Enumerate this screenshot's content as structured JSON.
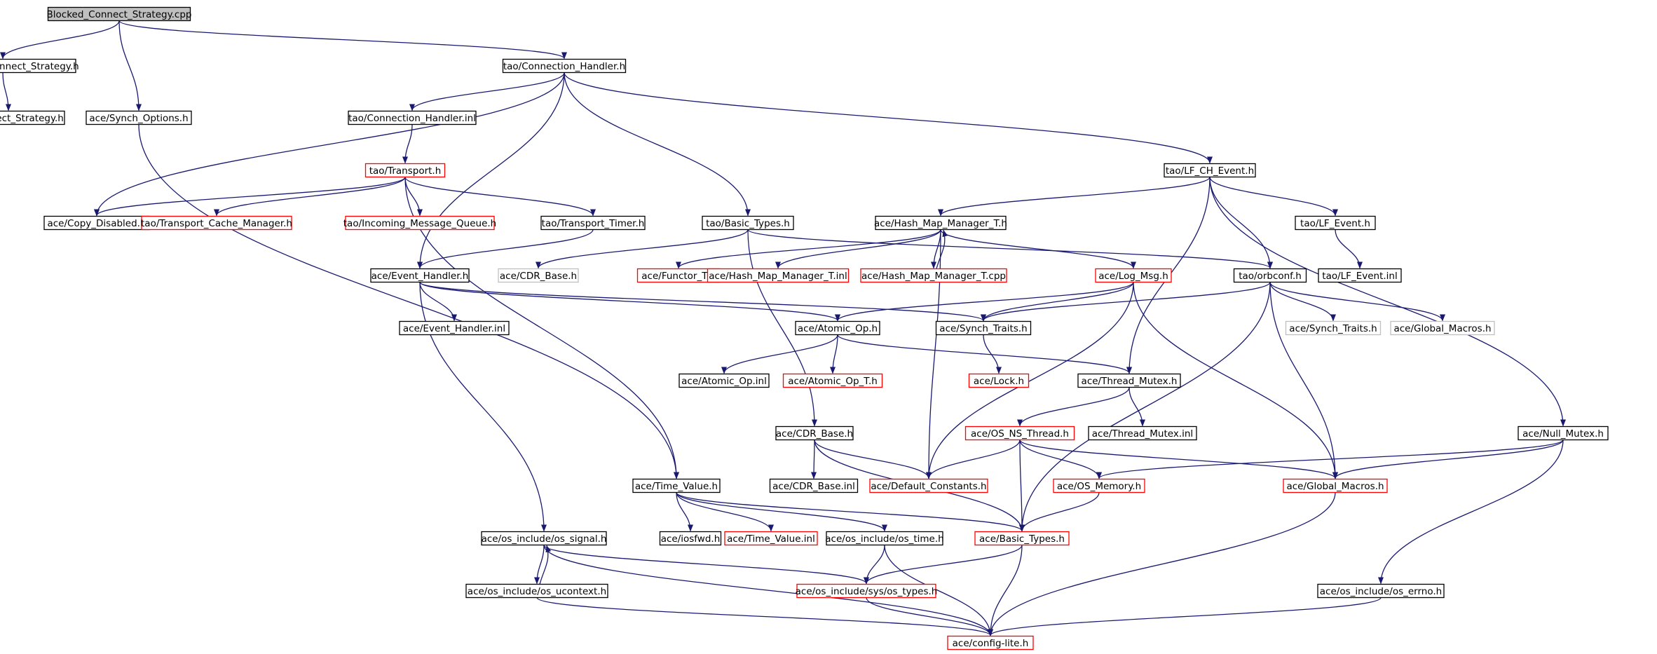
{
  "colors": {
    "edge": "#191970",
    "root_fill": "#bfbfbf",
    "normal_border": "#000000",
    "truncated_border": "#ff0000",
    "external_border": "#bfbfbf",
    "external_text": "#7f7f7f"
  },
  "nodes": [
    {
      "id": "blocked_cpp",
      "label": "Blocked_Connect_Strategy.cpp",
      "style": "root"
    },
    {
      "id": "tao_blocked_h",
      "label": "tao/Blocked_Connect_Strategy.h",
      "style": "normal"
    },
    {
      "id": "tao_connect_strategy_h",
      "label": "tao/Connect_Strategy.h",
      "style": "normal"
    },
    {
      "id": "ace_synch_options_h",
      "label": "ace/Synch_Options.h",
      "style": "normal"
    },
    {
      "id": "tao_connection_handler_h",
      "label": "tao/Connection_Handler.h",
      "style": "normal"
    },
    {
      "id": "tao_connection_handler_inl",
      "label": "tao/Connection_Handler.inl",
      "style": "normal"
    },
    {
      "id": "tao_transport_h",
      "label": "tao/Transport.h",
      "style": "truncated"
    },
    {
      "id": "ace_copy_disabled_h",
      "label": "ace/Copy_Disabled.h",
      "style": "normal"
    },
    {
      "id": "tao_transport_cache_manager_h",
      "label": "tao/Transport_Cache_Manager.h",
      "style": "truncated"
    },
    {
      "id": "tao_incoming_message_queue_h",
      "label": "tao/Incoming_Message_Queue.h",
      "style": "truncated"
    },
    {
      "id": "tao_transport_timer_h",
      "label": "tao/Transport_Timer.h",
      "style": "normal"
    },
    {
      "id": "tao_basic_types_h",
      "label": "tao/Basic_Types.h",
      "style": "normal"
    },
    {
      "id": "ace_hash_map_manager_t_h",
      "label": "ace/Hash_Map_Manager_T.h",
      "style": "normal"
    },
    {
      "id": "tao_lf_ch_event_h",
      "label": "tao/LF_CH_Event.h",
      "style": "normal"
    },
    {
      "id": "tao_lf_event_h",
      "label": "tao/LF_Event.h",
      "style": "normal"
    },
    {
      "id": "tao_lf_event_inl",
      "label": "tao/LF_Event.inl",
      "style": "normal"
    },
    {
      "id": "ace_event_handler_h",
      "label": "ace/Event_Handler.h",
      "style": "normal"
    },
    {
      "id": "ace_cdr_base_h_ext",
      "label": "ace/CDR_Base.h",
      "style": "external"
    },
    {
      "id": "ace_functor_t_h",
      "label": "ace/Functor_T.h",
      "style": "truncated"
    },
    {
      "id": "ace_hash_map_manager_t_inl",
      "label": "ace/Hash_Map_Manager_T.inl",
      "style": "truncated"
    },
    {
      "id": "ace_hash_map_manager_t_cpp",
      "label": "ace/Hash_Map_Manager_T.cpp",
      "style": "truncated"
    },
    {
      "id": "ace_log_msg_h",
      "label": "ace/Log_Msg.h",
      "style": "truncated"
    },
    {
      "id": "tao_orbconf_h",
      "label": "tao/orbconf.h",
      "style": "normal"
    },
    {
      "id": "ace_event_handler_inl",
      "label": "ace/Event_Handler.inl",
      "style": "normal"
    },
    {
      "id": "ace_atomic_op_h",
      "label": "ace/Atomic_Op.h",
      "style": "normal"
    },
    {
      "id": "ace_synch_traits_h",
      "label": "ace/Synch_Traits.h",
      "style": "normal"
    },
    {
      "id": "ace_synch_traits_h_ext",
      "label": "ace/Synch_Traits.h",
      "style": "external"
    },
    {
      "id": "ace_global_macros_h_ext",
      "label": "ace/Global_Macros.h",
      "style": "external"
    },
    {
      "id": "ace_atomic_op_inl",
      "label": "ace/Atomic_Op.inl",
      "style": "normal"
    },
    {
      "id": "ace_atomic_op_t_h",
      "label": "ace/Atomic_Op_T.h",
      "style": "truncated"
    },
    {
      "id": "ace_lock_h",
      "label": "ace/Lock.h",
      "style": "truncated"
    },
    {
      "id": "ace_thread_mutex_h",
      "label": "ace/Thread_Mutex.h",
      "style": "normal"
    },
    {
      "id": "ace_cdr_base_h",
      "label": "ace/CDR_Base.h",
      "style": "normal"
    },
    {
      "id": "ace_os_ns_thread_h",
      "label": "ace/OS_NS_Thread.h",
      "style": "truncated"
    },
    {
      "id": "ace_thread_mutex_inl",
      "label": "ace/Thread_Mutex.inl",
      "style": "normal"
    },
    {
      "id": "ace_null_mutex_h",
      "label": "ace/Null_Mutex.h",
      "style": "normal"
    },
    {
      "id": "ace_time_value_h",
      "label": "ace/Time_Value.h",
      "style": "normal"
    },
    {
      "id": "ace_cdr_base_inl",
      "label": "ace/CDR_Base.inl",
      "style": "normal"
    },
    {
      "id": "ace_default_constants_h",
      "label": "ace/Default_Constants.h",
      "style": "truncated"
    },
    {
      "id": "ace_os_memory_h",
      "label": "ace/OS_Memory.h",
      "style": "truncated"
    },
    {
      "id": "ace_global_macros_h",
      "label": "ace/Global_Macros.h",
      "style": "truncated"
    },
    {
      "id": "ace_os_include_os_signal_h",
      "label": "ace/os_include/os_signal.h",
      "style": "normal"
    },
    {
      "id": "ace_iosfwd_h",
      "label": "ace/iosfwd.h",
      "style": "normal"
    },
    {
      "id": "ace_time_value_inl",
      "label": "ace/Time_Value.inl",
      "style": "truncated"
    },
    {
      "id": "ace_os_include_os_time_h",
      "label": "ace/os_include/os_time.h",
      "style": "normal"
    },
    {
      "id": "ace_basic_types_h",
      "label": "ace/Basic_Types.h",
      "style": "truncated"
    },
    {
      "id": "ace_os_include_os_ucontext_h",
      "label": "ace/os_include/os_ucontext.h",
      "style": "normal"
    },
    {
      "id": "ace_os_include_sys_os_types_h",
      "label": "ace/os_include/sys/os_types.h",
      "style": "truncated"
    },
    {
      "id": "ace_os_include_os_errno_h",
      "label": "ace/os_include/os_errno.h",
      "style": "normal"
    },
    {
      "id": "ace_config_lite_h",
      "label": "ace/config-lite.h",
      "style": "truncated"
    }
  ],
  "edges": [
    [
      "blocked_cpp",
      "tao_blocked_h"
    ],
    [
      "blocked_cpp",
      "ace_synch_options_h"
    ],
    [
      "blocked_cpp",
      "tao_connection_handler_h"
    ],
    [
      "tao_blocked_h",
      "tao_connect_strategy_h"
    ],
    [
      "ace_synch_options_h",
      "ace_time_value_h"
    ],
    [
      "tao_connection_handler_h",
      "ace_copy_disabled_h"
    ],
    [
      "tao_connection_handler_h",
      "tao_connection_handler_inl"
    ],
    [
      "tao_connection_handler_h",
      "ace_event_handler_h"
    ],
    [
      "tao_connection_handler_h",
      "tao_basic_types_h"
    ],
    [
      "tao_connection_handler_h",
      "tao_lf_ch_event_h"
    ],
    [
      "tao_connection_handler_inl",
      "tao_transport_h"
    ],
    [
      "tao_transport_h",
      "ace_copy_disabled_h"
    ],
    [
      "tao_transport_h",
      "tao_transport_cache_manager_h"
    ],
    [
      "tao_transport_h",
      "tao_incoming_message_queue_h"
    ],
    [
      "tao_transport_h",
      "tao_transport_timer_h"
    ],
    [
      "tao_transport_h",
      "ace_time_value_h"
    ],
    [
      "tao_transport_timer_h",
      "ace_event_handler_h"
    ],
    [
      "tao_basic_types_h",
      "ace_cdr_base_h_ext"
    ],
    [
      "tao_basic_types_h",
      "ace_cdr_base_h"
    ],
    [
      "tao_basic_types_h",
      "tao_orbconf_h"
    ],
    [
      "tao_lf_ch_event_h",
      "ace_hash_map_manager_t_h"
    ],
    [
      "tao_lf_ch_event_h",
      "tao_lf_event_h"
    ],
    [
      "tao_lf_ch_event_h",
      "tao_orbconf_h"
    ],
    [
      "tao_lf_ch_event_h",
      "ace_thread_mutex_h"
    ],
    [
      "tao_lf_ch_event_h",
      "ace_null_mutex_h"
    ],
    [
      "tao_lf_event_h",
      "tao_lf_event_inl"
    ],
    [
      "ace_hash_map_manager_t_h",
      "ace_functor_t_h"
    ],
    [
      "ace_hash_map_manager_t_h",
      "ace_hash_map_manager_t_inl"
    ],
    [
      "ace_hash_map_manager_t_h",
      "ace_hash_map_manager_t_cpp"
    ],
    [
      "ace_hash_map_manager_t_h",
      "ace_log_msg_h"
    ],
    [
      "ace_hash_map_manager_t_h",
      "ace_default_constants_h"
    ],
    [
      "ace_hash_map_manager_t_cpp",
      "ace_hash_map_manager_t_h"
    ],
    [
      "ace_event_handler_h",
      "ace_event_handler_inl"
    ],
    [
      "ace_event_handler_h",
      "ace_atomic_op_h"
    ],
    [
      "ace_event_handler_h",
      "ace_synch_traits_h"
    ],
    [
      "ace_event_handler_h",
      "ace_os_include_os_signal_h"
    ],
    [
      "ace_log_msg_h",
      "ace_atomic_op_h"
    ],
    [
      "ace_log_msg_h",
      "ace_synch_traits_h"
    ],
    [
      "ace_log_msg_h",
      "ace_default_constants_h"
    ],
    [
      "ace_log_msg_h",
      "ace_global_macros_h"
    ],
    [
      "tao_orbconf_h",
      "ace_synch_traits_h"
    ],
    [
      "tao_orbconf_h",
      "ace_synch_traits_h_ext"
    ],
    [
      "tao_orbconf_h",
      "ace_global_macros_h_ext"
    ],
    [
      "tao_orbconf_h",
      "ace_global_macros_h"
    ],
    [
      "tao_orbconf_h",
      "ace_basic_types_h"
    ],
    [
      "ace_atomic_op_h",
      "ace_atomic_op_inl"
    ],
    [
      "ace_atomic_op_h",
      "ace_atomic_op_t_h"
    ],
    [
      "ace_atomic_op_h",
      "ace_thread_mutex_h"
    ],
    [
      "ace_synch_traits_h",
      "ace_lock_h"
    ],
    [
      "ace_thread_mutex_h",
      "ace_os_ns_thread_h"
    ],
    [
      "ace_thread_mutex_h",
      "ace_thread_mutex_inl"
    ],
    [
      "ace_cdr_base_h",
      "ace_cdr_base_inl"
    ],
    [
      "ace_cdr_base_h",
      "ace_default_constants_h"
    ],
    [
      "ace_cdr_base_h",
      "ace_basic_types_h"
    ],
    [
      "ace_os_ns_thread_h",
      "ace_default_constants_h"
    ],
    [
      "ace_os_ns_thread_h",
      "ace_os_memory_h"
    ],
    [
      "ace_os_ns_thread_h",
      "ace_global_macros_h"
    ],
    [
      "ace_os_ns_thread_h",
      "ace_basic_types_h"
    ],
    [
      "ace_null_mutex_h",
      "ace_os_memory_h"
    ],
    [
      "ace_null_mutex_h",
      "ace_global_macros_h"
    ],
    [
      "ace_null_mutex_h",
      "ace_os_include_os_errno_h"
    ],
    [
      "ace_time_value_h",
      "ace_iosfwd_h"
    ],
    [
      "ace_time_value_h",
      "ace_time_value_inl"
    ],
    [
      "ace_time_value_h",
      "ace_os_include_os_time_h"
    ],
    [
      "ace_time_value_h",
      "ace_basic_types_h"
    ],
    [
      "ace_os_memory_h",
      "ace_basic_types_h"
    ],
    [
      "ace_global_macros_h",
      "ace_config_lite_h"
    ],
    [
      "ace_os_include_os_signal_h",
      "ace_os_include_os_ucontext_h"
    ],
    [
      "ace_os_include_os_signal_h",
      "ace_os_include_sys_os_types_h"
    ],
    [
      "ace_os_include_os_signal_h",
      "ace_config_lite_h"
    ],
    [
      "ace_os_include_os_ucontext_h",
      "ace_os_include_os_signal_h"
    ],
    [
      "ace_os_include_os_ucontext_h",
      "ace_config_lite_h"
    ],
    [
      "ace_os_include_os_time_h",
      "ace_os_include_sys_os_types_h"
    ],
    [
      "ace_os_include_os_time_h",
      "ace_config_lite_h"
    ],
    [
      "ace_basic_types_h",
      "ace_os_include_sys_os_types_h"
    ],
    [
      "ace_basic_types_h",
      "ace_config_lite_h"
    ],
    [
      "ace_os_include_sys_os_types_h",
      "ace_config_lite_h"
    ],
    [
      "ace_os_include_os_errno_h",
      "ace_config_lite_h"
    ]
  ]
}
